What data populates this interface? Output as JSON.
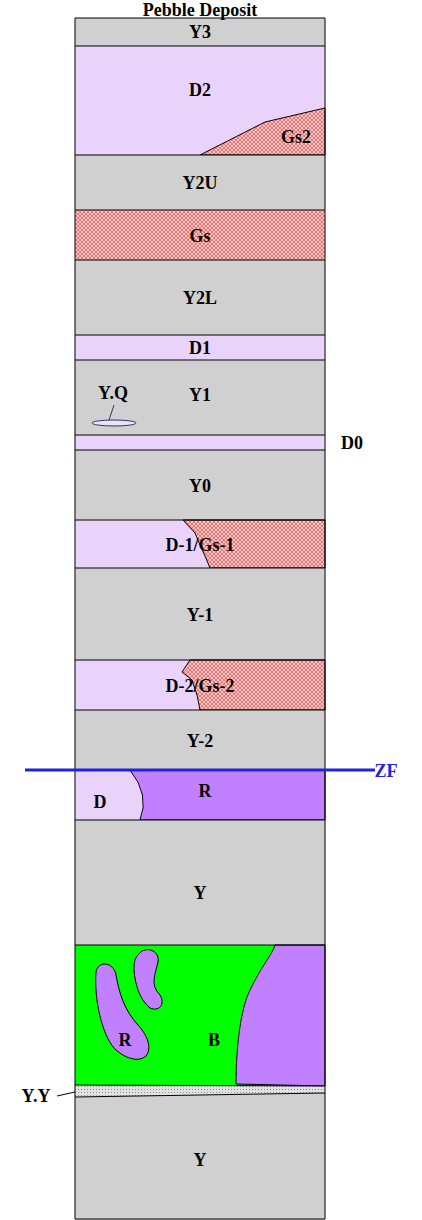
{
  "diagram": {
    "title": "Pebble Deposit",
    "nodes": [
      {
        "text": [
          "Y3"
        ]
      },
      {
        "text": [
          "D2"
        ]
      },
      {
        "text": [
          "Gs2"
        ],
        "in": 1
      },
      {
        "text": [
          "Y2U"
        ]
      },
      {
        "text": [
          "Gs"
        ]
      },
      {
        "text": [
          "Y2L"
        ]
      },
      {
        "text": [
          "D1"
        ]
      },
      {
        "text": [
          "Y1"
        ]
      },
      {
        "text": [
          "D0"
        ]
      },
      {
        "text": [
          "Y0"
        ]
      },
      {
        "text": [
          "D-1/Gs-1"
        ]
      },
      {
        "text": [
          "Y-1"
        ]
      },
      {
        "text": [
          "D-2/Gs-2"
        ]
      },
      {
        "text": [
          "Y-2"
        ]
      },
      {
        "text": [
          "D"
        ]
      },
      {
        "text": [
          "R"
        ]
      },
      {
        "text": [
          "Y"
        ]
      },
      {
        "text": [
          "B"
        ]
      },
      {
        "text": [
          "R"
        ],
        "in": 17
      },
      {
        "text": [
          "Y.Y"
        ]
      },
      {
        "text": [
          "Y"
        ]
      }
    ],
    "labels": [
      "Y.Q",
      "ZF"
    ]
  }
}
